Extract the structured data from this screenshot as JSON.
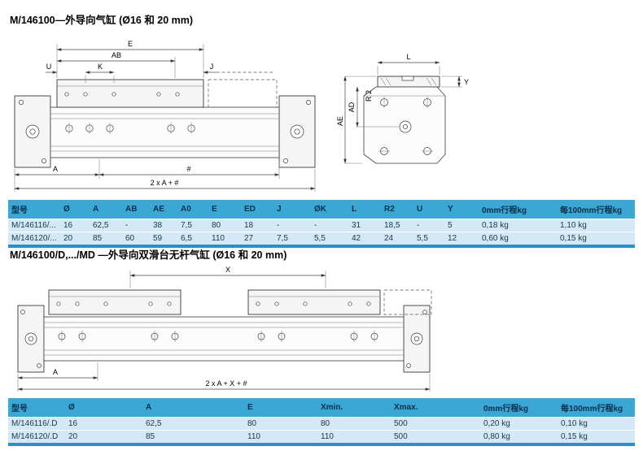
{
  "titles": {
    "section1": "M/146100—外导向气缸 (Ø16 和 20 mm)",
    "section2": "M/146100/D,.../MD —外导向双滑台无杆气缸 (Ø16 和 20 mm)"
  },
  "drawing1": {
    "dims": {
      "e": "E",
      "ab": "AB",
      "u": "U",
      "k": "K",
      "j": "J",
      "a": "A",
      "hash": "#",
      "total": "2 x A + #"
    }
  },
  "drawing2": {
    "dims": {
      "l": "L",
      "y": "Y",
      "r2": "R 2",
      "ad": "AD",
      "ae": "AE"
    }
  },
  "drawing3": {
    "dims": {
      "x": "X",
      "a": "A",
      "total": "2 x A + X + #"
    }
  },
  "table1": {
    "headers": [
      "型号",
      "Ø",
      "A",
      "AB",
      "AE",
      "A0",
      "E",
      "ED",
      "J",
      "ØK",
      "L",
      "R2",
      "U",
      "Y",
      "0mm行程kg",
      "每100mm行程kg"
    ],
    "rows": [
      [
        "M/146116/...",
        "16",
        "62,5",
        "-",
        "38",
        "7,5",
        "80",
        "18",
        "-",
        "-",
        "31",
        "18,5",
        "-",
        "5",
        "0,18 kg",
        "1,10 kg"
      ],
      [
        "M/146120/...",
        "20",
        "85",
        "60",
        "59",
        "6,5",
        "110",
        "27",
        "7,5",
        "5,5",
        "42",
        "24",
        "5,5",
        "12",
        "0,60 kg",
        "0,15 kg"
      ]
    ]
  },
  "table2": {
    "headers": [
      "型号",
      "Ø",
      "A",
      "E",
      "Xmin.",
      "Xmax.",
      "0mm行程kg",
      "每100mm行程kg"
    ],
    "rows": [
      [
        "M/146116/.D",
        "16",
        "62,5",
        "80",
        "80",
        "500",
        "0,20 kg",
        "0,10 kg"
      ],
      [
        "M/146120/.D",
        "20",
        "85",
        "110",
        "110",
        "500",
        "0,80 kg",
        "0,15 kg"
      ]
    ]
  }
}
